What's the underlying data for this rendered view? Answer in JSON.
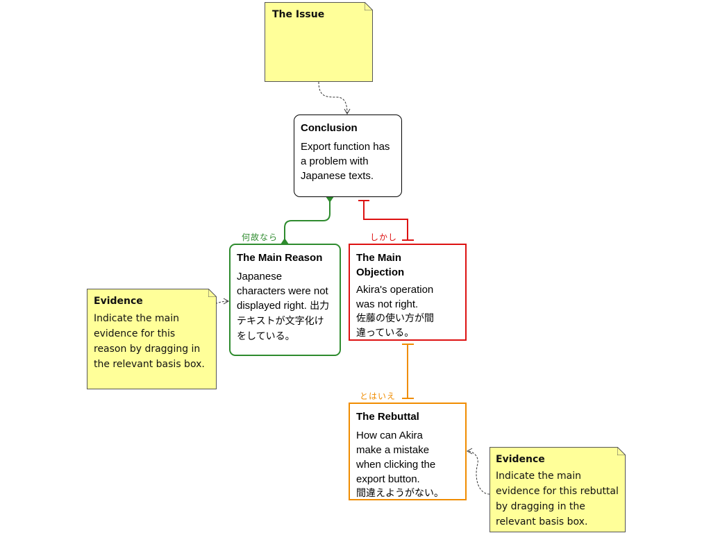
{
  "issue": {
    "title": "The Issue"
  },
  "conclusion": {
    "title": "Conclusion",
    "text": "Export function has a problem with Japanese texts."
  },
  "main_reason": {
    "title": "The Main Reason",
    "text": "Japanese characters were not displayed right.",
    "text_jp": "出力テキストが文字化けをしている。",
    "connector_label": "何故なら"
  },
  "main_objection": {
    "title": "The Main Objection",
    "text": "Akira's operation was not right.",
    "text_jp": "佐藤の使い方が間違っている。",
    "connector_label": "しかし"
  },
  "rebuttal": {
    "title": "The Rebuttal",
    "text": "How can Akira make a mistake when clicking the export button.",
    "text_jp": "間違えようがない。",
    "connector_label": "とはいえ"
  },
  "evidence_reason": {
    "title": "Evidence",
    "text": "Indicate the main evidence for this reason by dragging in the relevant basis box."
  },
  "evidence_rebuttal": {
    "title": "Evidence",
    "text": "Indicate the main evidence for this rebuttal by dragging in the relevant basis box."
  },
  "colors": {
    "reason": "#2e8b2e",
    "objection": "#dd1111",
    "rebuttal": "#f08c00",
    "note_fill": "#ffff99"
  }
}
